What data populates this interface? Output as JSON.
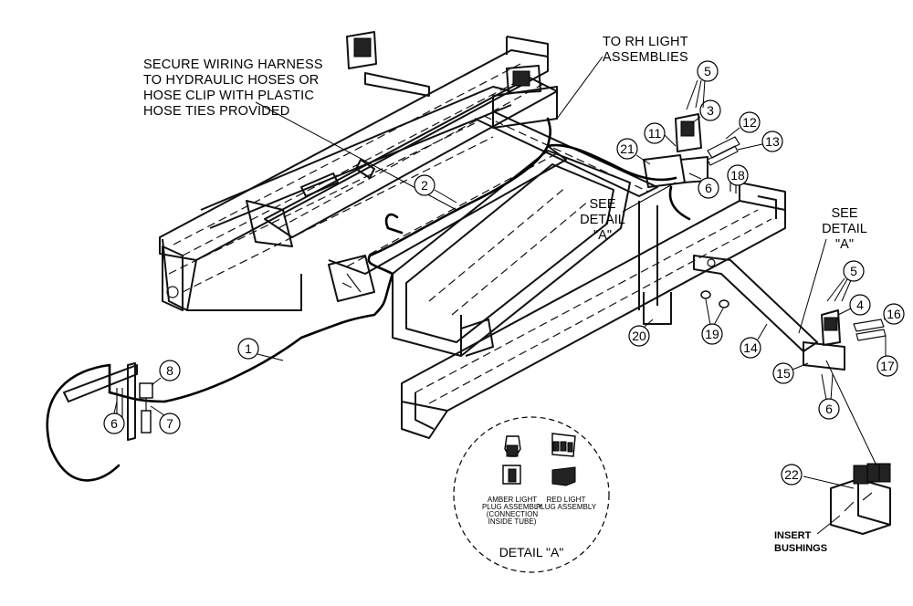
{
  "notes": {
    "secure_line1": "SECURE WIRING HARNESS",
    "secure_line2": "TO HYDRAULIC HOSES OR",
    "secure_line3": "HOSE CLIP WITH PLASTIC",
    "secure_line4": "HOSE TIES PROVIDED",
    "rh_line1": "TO RH LIGHT",
    "rh_line2": "ASSEMBLIES",
    "see_detail_1_line1": "SEE",
    "see_detail_1_line2": "DETAIL",
    "see_detail_1_line3": "\"A\"",
    "see_detail_2_line1": "SEE",
    "see_detail_2_line2": "DETAIL",
    "see_detail_2_line3": "\"A\"",
    "insert_line1": "INSERT",
    "insert_line2": "BUSHINGS"
  },
  "detail": {
    "title": "DETAIL  \"A\"",
    "amber_line1": "AMBER LIGHT",
    "amber_line2": "PLUG ASSEMBLY",
    "amber_line3": "(CONNECTION",
    "amber_line4": "INSIDE TUBE)",
    "red_line1": "RED LIGHT",
    "red_line2": "PLUG ASSEMBLY"
  },
  "callouts": {
    "c1": "1",
    "c2": "2",
    "c3": "3",
    "c4": "4",
    "c5a": "5",
    "c5b": "5",
    "c6a": "6",
    "c6b": "6",
    "c6c": "6",
    "c7": "7",
    "c8": "8",
    "c11": "11",
    "c12": "12",
    "c13": "13",
    "c14": "14",
    "c15": "15",
    "c16": "16",
    "c17": "17",
    "c18": "18",
    "c19": "19",
    "c20": "20",
    "c21": "21",
    "c22": "22"
  }
}
